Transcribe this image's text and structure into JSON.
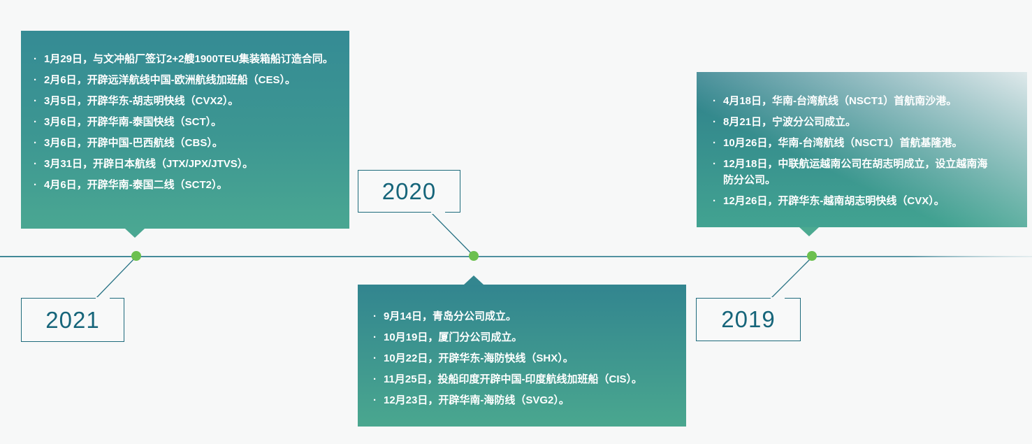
{
  "ui": {
    "bullet_char": "·",
    "background_color": "#f7f8f8",
    "card_teal_top": "#32858f",
    "card_green_bottom": "#4aa792",
    "timeline_line_color": "#2f7e8e",
    "dot_color": "#6cc04f",
    "year_text_color": "#16657a",
    "label_border_color": "#1e6b7c",
    "event_text_color": "#ffffff"
  },
  "groups": [
    {
      "year": "2021",
      "events": [
        "1月29日，与文冲船厂签订2+2艘1900TEU集装箱船订造合同。",
        "2月6日，开辟远洋航线中国-欧洲航线加班船（CES）。",
        "3月5日，开辟华东-胡志明快线（CVX2）。",
        "3月6日，开辟华南-泰国快线（SCT）。",
        "3月6日，开辟中国-巴西航线（CBS）。",
        "3月31日，开辟日本航线（JTX/JPX/JTVS）。",
        "4月6日，开辟华南-泰国二线（SCT2）。"
      ]
    },
    {
      "year": "2020",
      "events": [
        "9月14日，青岛分公司成立。",
        "10月19日，厦门分公司成立。",
        "10月22日，开辟华东-海防快线（SHX）。",
        "11月25日，投船印度开辟中国-印度航线加班船（CIS）。",
        "12月23日，开辟华南-海防线（SVG2）。"
      ]
    },
    {
      "year": "2019",
      "events": [
        "4月18日，华南-台湾航线（NSCT1）首航南沙港。",
        "8月21日，宁波分公司成立。",
        "10月26日，华南-台湾航线（NSCT1）首航基隆港。",
        "12月18日，中联航运越南公司在胡志明成立，设立越南海防分公司。",
        "12月26日，开辟华东-越南胡志明快线（CVX）。"
      ]
    }
  ]
}
